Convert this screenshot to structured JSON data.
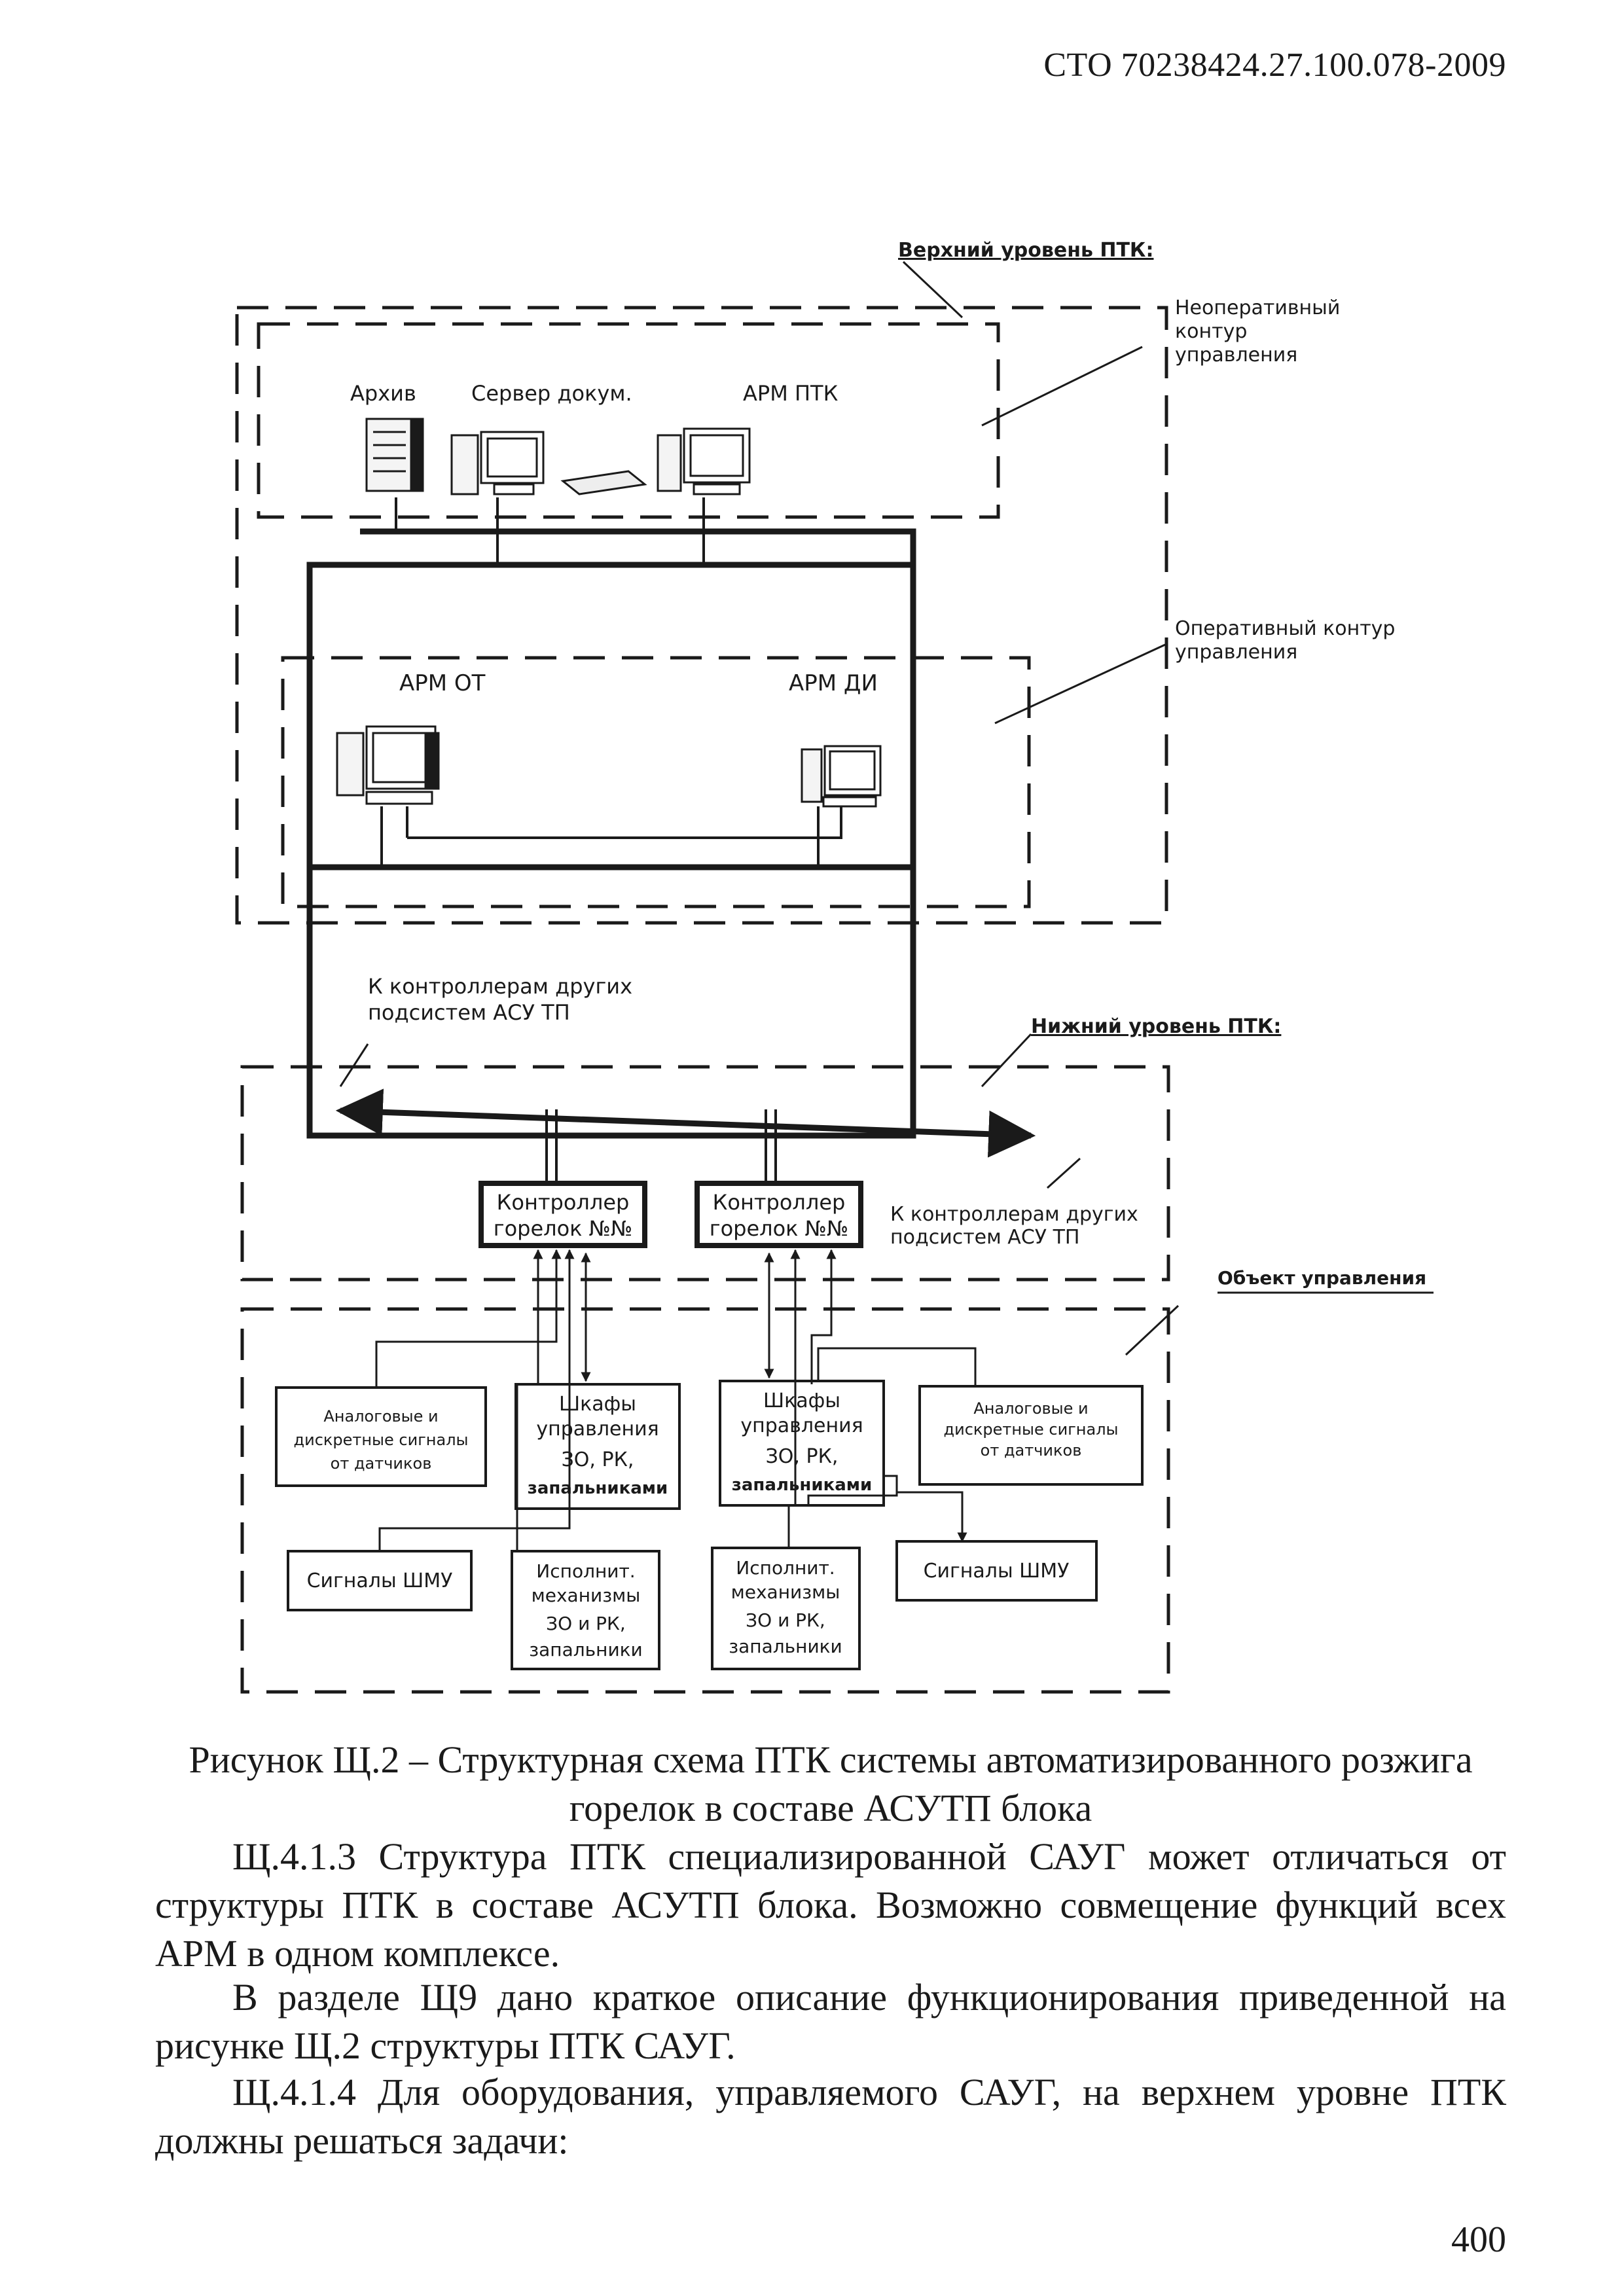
{
  "header": {
    "document_code": "СТО 70238424.27.100.078-2009"
  },
  "diagram": {
    "upper_level_title": "Верхний уровень ПТК:",
    "nonoperative_loop": [
      "Неоперативный",
      "контур",
      "управления"
    ],
    "workstations_top": {
      "archive": "Архив",
      "doc_server": "Сервер докум.",
      "arm_ptk": "АРМ ПТК"
    },
    "operative_loop": [
      "Оперативный контур",
      "управления"
    ],
    "workstations_mid": {
      "arm_ot": "АРМ ОТ",
      "arm_di": "АРМ ДИ"
    },
    "to_other_controllers_top": [
      "К контроллерам других",
      "подсистем АСУ ТП"
    ],
    "lower_level_title": "Нижний уровень ПТК:",
    "controller_1": [
      "Контроллер",
      "горелок №№"
    ],
    "controller_2": [
      "Контроллер",
      "горелок №№"
    ],
    "to_other_controllers_right": [
      "К контроллерам других",
      "подсистем АСУ ТП"
    ],
    "control_object_title": "Объект управления",
    "analog_signals_left": [
      "Аналоговые и",
      "дискретные сигналы",
      "от датчиков"
    ],
    "cabinets_left": [
      "Шкафы",
      "управления",
      "ЗО, РК,",
      "запальниками"
    ],
    "cabinets_right": [
      "Шкафы",
      "управления",
      "ЗО, РК,",
      "запальниками"
    ],
    "analog_signals_right": [
      "Аналоговые и",
      "дискретные сигналы",
      "от датчиков"
    ],
    "shmu_left": "Сигналы ШМУ",
    "actuators_left": [
      "Исполнит.",
      "механизмы",
      "ЗО и РК,",
      "запальники"
    ],
    "actuators_right": [
      "Исполнит.",
      "механизмы",
      "ЗО и РК,",
      "запальники"
    ],
    "shmu_right": "Сигналы ШМУ"
  },
  "caption": "Рисунок Щ.2 – Структурная схема ПТК системы автоматизированного розжига горелок в составе АСУТП блока",
  "paragraphs": [
    "Щ.4.1.3 Структура ПТК специализированной САУГ может отличаться от структуры ПТК в составе АСУТП блока. Возможно совмещение функций всех АРМ в одном комплексе.",
    "В разделе Щ9 дано краткое описание функционирования приведенной на рисунке Щ.2 структуры ПТК САУГ.",
    "Щ.4.1.4 Для оборудования, управляемого САУГ, на верхнем уровне ПТК должны решаться задачи:"
  ],
  "page_number": "400"
}
